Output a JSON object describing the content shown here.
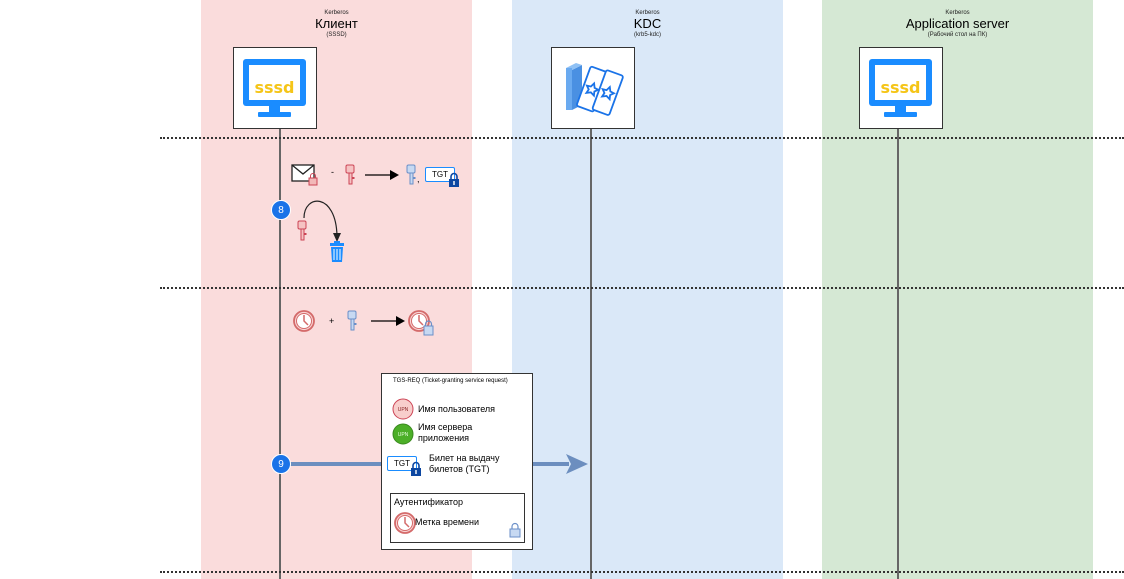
{
  "lanes": [
    {
      "kind": "Kerberos",
      "title": "Клиент",
      "subtitle": "(SSSD)",
      "icon": "sssd-monitor-icon",
      "color": "#fadcdc"
    },
    {
      "kind": "Kerberos",
      "title": "KDC",
      "subtitle": "(krb5-kdc)",
      "icon": "server-tickets-icon",
      "color": "#dae8f8"
    },
    {
      "kind": "Kerberos",
      "title": "Application server",
      "subtitle": "(Рабочий стол на ПК)",
      "icon": "sssd-monitor-icon",
      "color": "#d5e8d4"
    }
  ],
  "sssd_label": "sssd",
  "step8": {
    "number": "8",
    "equation": {
      "operator": "-",
      "result_separator": ",",
      "tgt_label": "TGT"
    }
  },
  "step_timestamp": {
    "operator": "+"
  },
  "step9": {
    "number": "9",
    "message": {
      "title": "TGS-REQ  (Ticket-granting service request)",
      "items": [
        {
          "icon": "UPN",
          "label": "Имя пользователя"
        },
        {
          "icon": "UPN",
          "label": "Имя сервера приложения"
        },
        {
          "icon": "TGT",
          "label": "Билет на выдачу билетов (TGT)"
        }
      ],
      "authenticator": {
        "title": "Аутентификатор",
        "label": "Метка времени"
      }
    }
  }
}
